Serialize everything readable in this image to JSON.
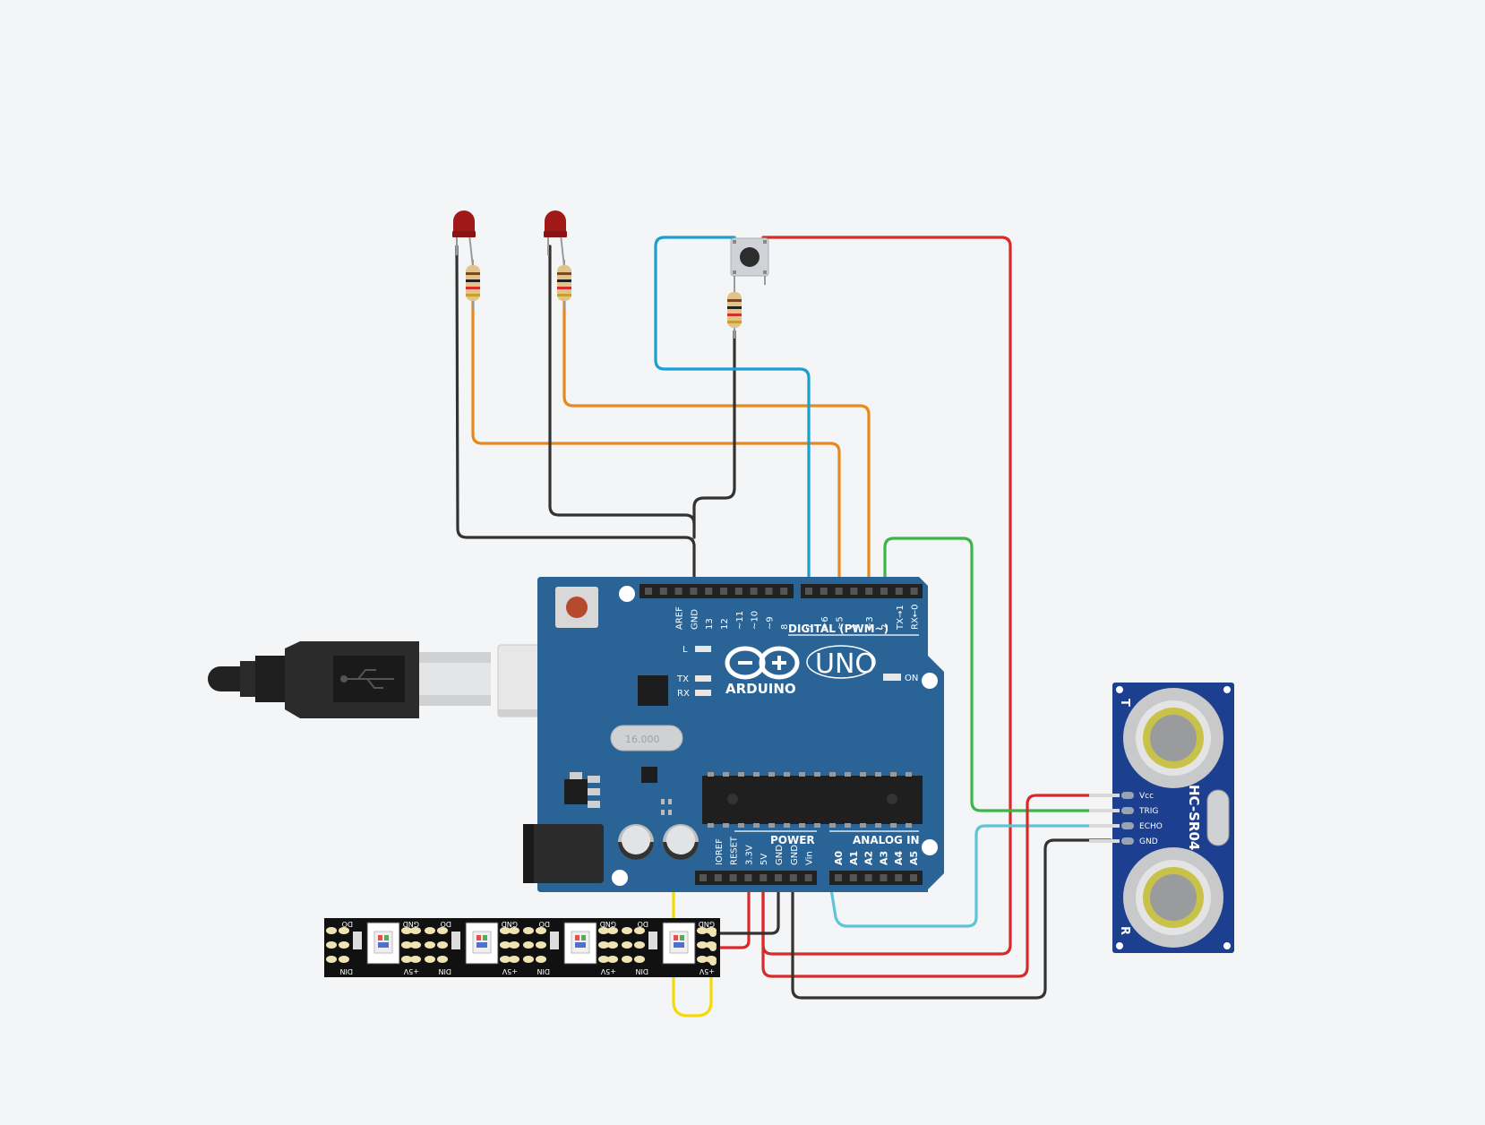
{
  "arduino": {
    "brand": "ARDUINO",
    "model": "UNO",
    "on_label": "ON",
    "l_label": "L",
    "tx_label": "TX",
    "rx_label": "RX",
    "crystal": "16.000",
    "digital_label": "DIGITAL (PWM~)",
    "power_label": "POWER",
    "analog_label": "ANALOG IN",
    "digital_pins": [
      "AREF",
      "GND",
      "13",
      "12",
      "~11",
      "~10",
      "~9",
      "8",
      "7",
      "~6",
      "~5",
      "4",
      "~3",
      "2",
      "TX→1",
      "RX←0"
    ],
    "power_pins": [
      "IOREF",
      "RESET",
      "3.3V",
      "5V",
      "GND",
      "GND",
      "Vin"
    ],
    "analog_pins": [
      "A0",
      "A1",
      "A2",
      "A3",
      "A4",
      "A5"
    ]
  },
  "sensor": {
    "name": "HC-SR04",
    "pins": [
      "Vcc",
      "TRIG",
      "ECHO",
      "GND"
    ],
    "t_label": "T",
    "r_label": "R"
  },
  "strip": {
    "pin_labels": [
      "GND",
      "+5V",
      "DIN",
      "DO"
    ]
  },
  "colors": {
    "board": "#2a6496",
    "wire_red": "#d62b2b",
    "wire_black": "#333333",
    "wire_orange": "#e8891d",
    "wire_blue": "#1a9fd1",
    "wire_cyan": "#5fc4d6",
    "wire_green": "#3db54a",
    "wire_yellow": "#f5d90a"
  }
}
